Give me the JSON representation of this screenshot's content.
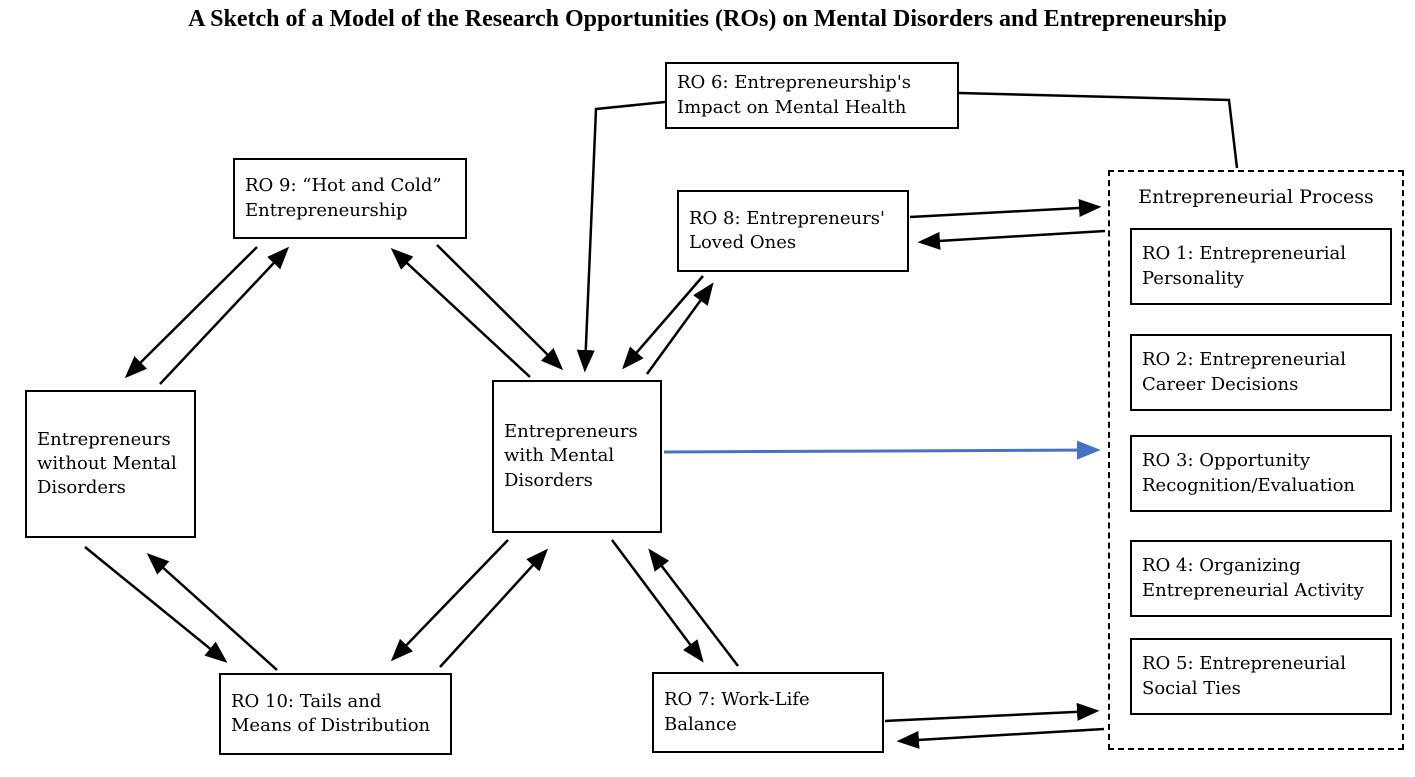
{
  "title": "A Sketch of a Model of the Research Opportunities (ROs) on Mental Disorders and Entrepreneurship",
  "nodes": {
    "ro6": {
      "label": "RO 6: Entrepreneurship's Impact on Mental Health"
    },
    "ro9": {
      "label": "RO 9: “Hot and Cold” Entrepreneurship"
    },
    "ro8": {
      "label": "RO 8: Entrepreneurs' Loved Ones"
    },
    "without": {
      "label": "Entrepreneurs without Mental Disorders"
    },
    "with": {
      "label": "Entrepreneurs with Mental Disorders"
    },
    "ro10": {
      "label": "RO 10: Tails and Means of Distribution"
    },
    "ro7": {
      "label": "RO 7: Work-Life Balance"
    }
  },
  "process_panel": {
    "title": "Entrepreneurial Process",
    "items": [
      {
        "label": "RO 1: Entrepreneurial Personality"
      },
      {
        "label": "RO 2: Entrepreneurial Career Decisions"
      },
      {
        "label": "RO 3: Opportunity Recognition/Evaluation"
      },
      {
        "label": "RO 4: Organizing Entrepreneurial Activity"
      },
      {
        "label": "RO 5: Entrepreneurial Social Ties"
      }
    ]
  },
  "connections": [
    {
      "from": "ro6",
      "to": "with",
      "type": "arrow"
    },
    {
      "from": "ro6",
      "to": "process_panel",
      "type": "line"
    },
    {
      "from": "without",
      "to": "ro9",
      "type": "bidirectional-pair"
    },
    {
      "from": "ro9",
      "to": "with",
      "type": "bidirectional-pair"
    },
    {
      "from": "ro8",
      "to": "with",
      "type": "bidirectional-pair"
    },
    {
      "from": "ro8",
      "to": "process_panel",
      "type": "bidirectional-pair"
    },
    {
      "from": "with",
      "to": "process_panel_ro3",
      "type": "arrow-accent"
    },
    {
      "from": "without",
      "to": "ro10",
      "type": "bidirectional-pair"
    },
    {
      "from": "ro10",
      "to": "with",
      "type": "bidirectional-pair"
    },
    {
      "from": "with",
      "to": "ro7",
      "type": "bidirectional-pair"
    },
    {
      "from": "ro7",
      "to": "process_panel",
      "type": "bidirectional-pair"
    }
  ],
  "colors": {
    "line": "#000000",
    "accent_arrow": "#4472C4",
    "background": "#ffffff"
  }
}
